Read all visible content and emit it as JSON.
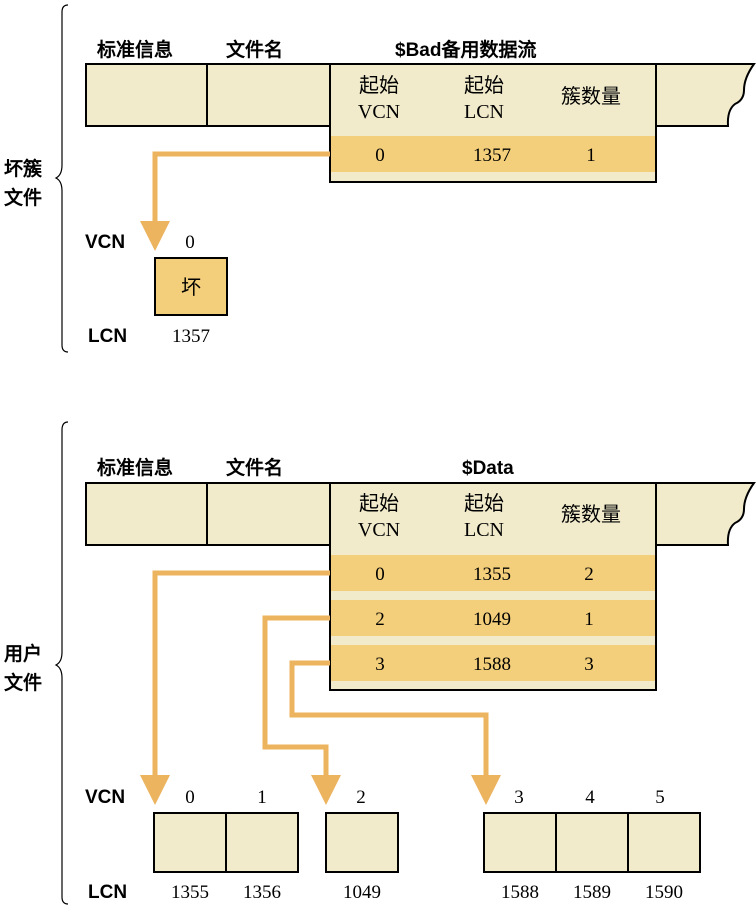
{
  "colors": {
    "box_fill": "#f1ebcc",
    "highlight_fill": "#f3cf7b",
    "orange_arrow": "#ecb45e",
    "stroke": "#000000"
  },
  "sections": [
    {
      "label_line1": "坏簇",
      "label_line2": "文件",
      "headers": {
        "std_info": "标准信息",
        "file_name": "文件名",
        "stream": "$Bad备用数据流"
      },
      "columns": {
        "start_vcn_l1": "起始",
        "start_vcn_l2": "VCN",
        "start_lcn_l1": "起始",
        "start_lcn_l2": "LCN",
        "cluster_count": "簇数量"
      },
      "rows": [
        {
          "vcn": "0",
          "lcn": "1357",
          "count": "1"
        }
      ],
      "vcn_label": "VCN",
      "lcn_label": "LCN",
      "clusters": [
        {
          "vcn": "0",
          "lcn": "1357",
          "content": "坏"
        }
      ]
    },
    {
      "label_line1": "用户",
      "label_line2": "文件",
      "headers": {
        "std_info": "标准信息",
        "file_name": "文件名",
        "stream": "$Data"
      },
      "columns": {
        "start_vcn_l1": "起始",
        "start_vcn_l2": "VCN",
        "start_lcn_l1": "起始",
        "start_lcn_l2": "LCN",
        "cluster_count": "簇数量"
      },
      "rows": [
        {
          "vcn": "0",
          "lcn": "1355",
          "count": "2"
        },
        {
          "vcn": "2",
          "lcn": "1049",
          "count": "1"
        },
        {
          "vcn": "3",
          "lcn": "1588",
          "count": "3"
        }
      ],
      "vcn_label": "VCN",
      "lcn_label": "LCN",
      "clusters": [
        {
          "vcn": "0",
          "lcn": "1355"
        },
        {
          "vcn": "1",
          "lcn": "1356"
        },
        {
          "vcn": "2",
          "lcn": "1049"
        },
        {
          "vcn": "3",
          "lcn": "1588"
        },
        {
          "vcn": "4",
          "lcn": "1589"
        },
        {
          "vcn": "5",
          "lcn": "1590"
        }
      ]
    }
  ]
}
